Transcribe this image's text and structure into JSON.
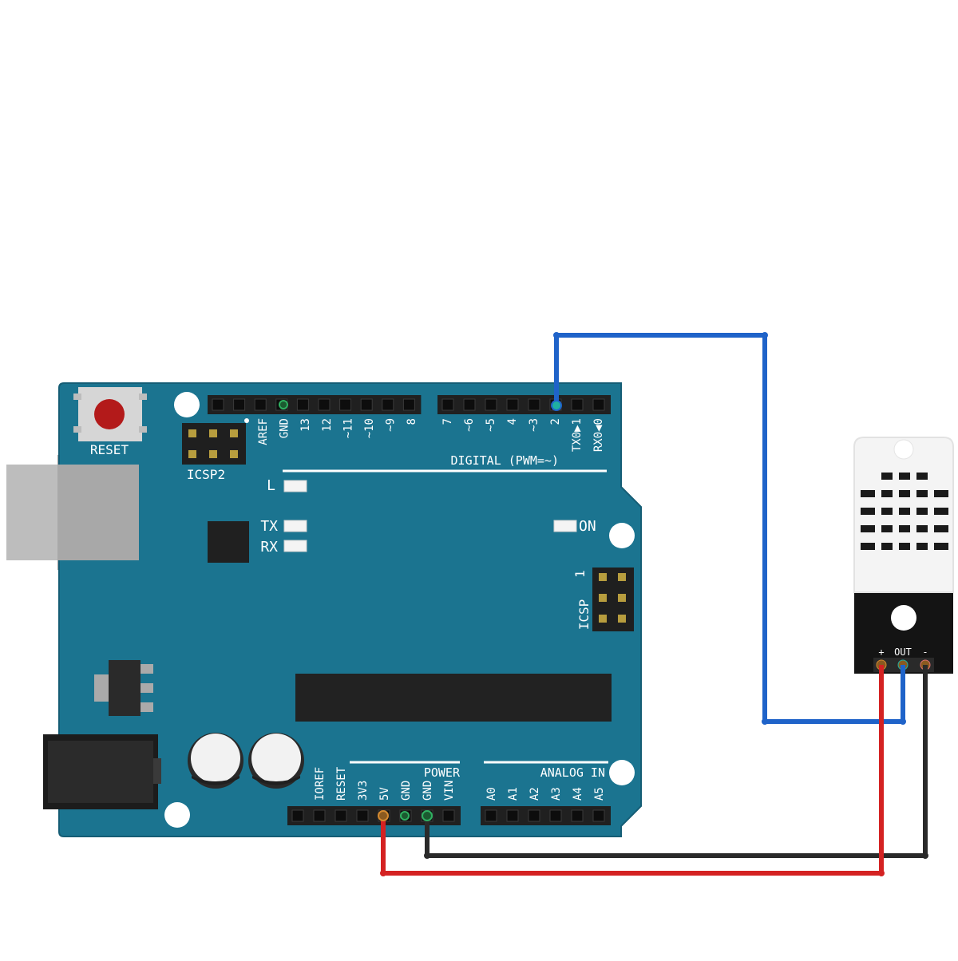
{
  "board": {
    "reset_label": "RESET",
    "icsp2_label": "ICSP2",
    "icsp_label": "ICSP",
    "icsp_pin1": "1",
    "led_l": "L",
    "led_tx": "TX",
    "led_rx": "RX",
    "led_on": "ON",
    "digital_label": "DIGITAL (PWM=~)",
    "power_label": "POWER",
    "analog_label": "ANALOG IN",
    "digital_pins_left": [
      "AREF",
      "GND",
      "13",
      "12",
      "~11",
      "~10",
      "~9",
      "8"
    ],
    "digital_pins_right": [
      "7",
      "~6",
      "~5",
      "4",
      "~3",
      "2",
      "TX0▶1",
      "RX0◀0"
    ],
    "power_pins": [
      "IOREF",
      "RESET",
      "3V3",
      "5V",
      "GND",
      "GND",
      "VIN"
    ],
    "analog_pins": [
      "A0",
      "A1",
      "A2",
      "A3",
      "A4",
      "A5"
    ]
  },
  "sensor": {
    "plus_label": "+",
    "out_label": "OUT",
    "minus_label": "-"
  },
  "wires": [
    {
      "name": "data",
      "from": "2",
      "to": "OUT",
      "color": "#1f63c9"
    },
    {
      "name": "power",
      "from": "5V",
      "to": "+",
      "color": "#d42222"
    },
    {
      "name": "ground",
      "from": "GND",
      "to": "-",
      "color": "#2a2a2a"
    }
  ],
  "colors": {
    "board": "#1b7490",
    "board_edge": "#155d75",
    "silkscreen": "#ffffff",
    "header": "#202020",
    "reset_button": "#b31a1a"
  }
}
